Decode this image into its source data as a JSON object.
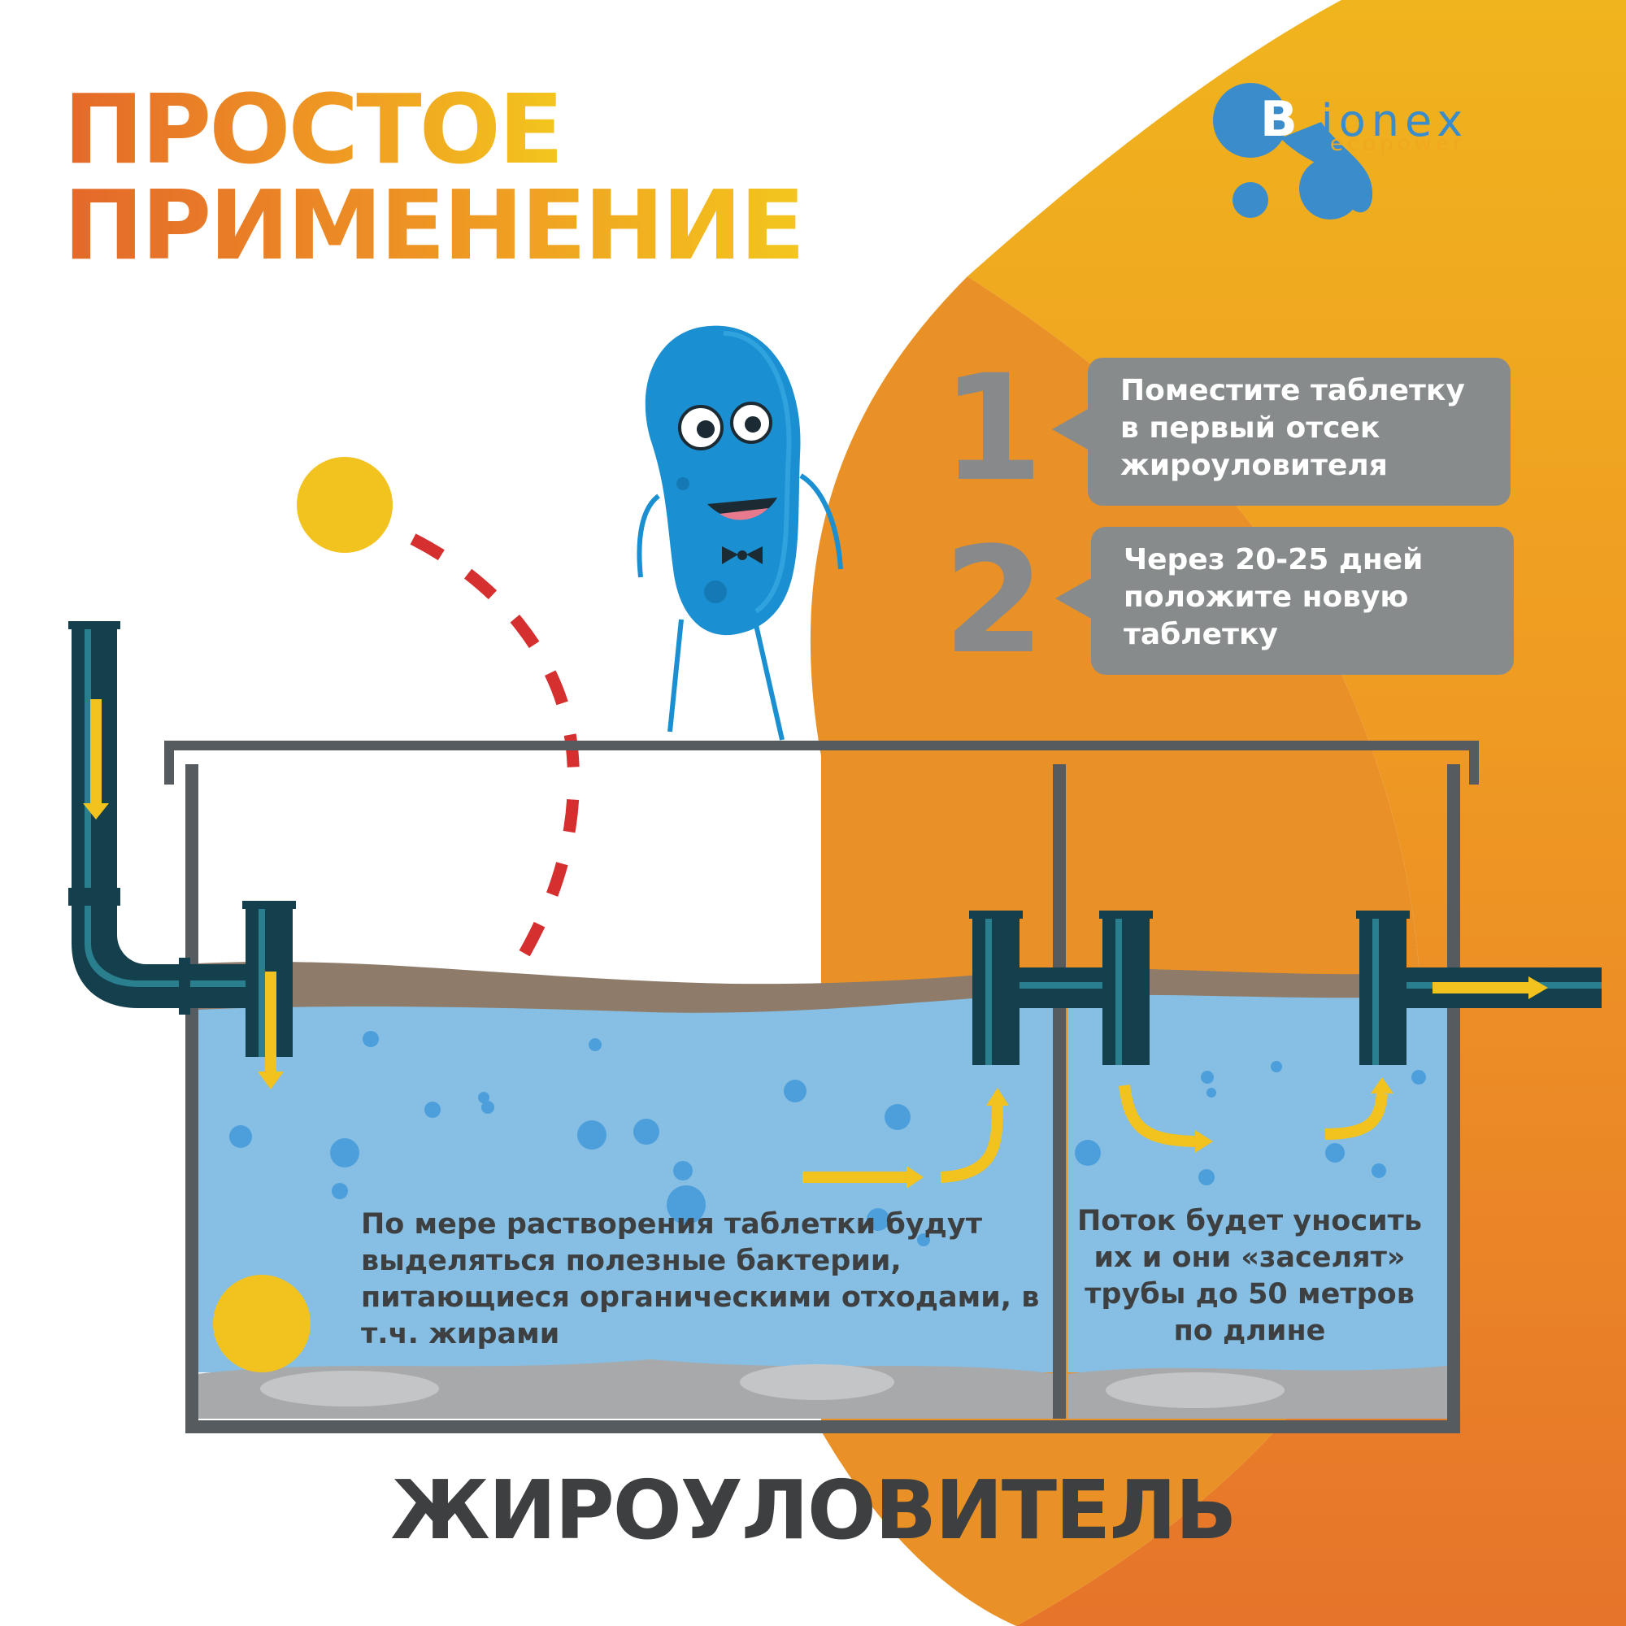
{
  "title": {
    "line1": "ПРОСТОЕ",
    "line2": "ПРИМЕНЕНИЕ"
  },
  "logo": {
    "brand_letter": "B",
    "brand_rest": "ionex",
    "tagline": "ecopower"
  },
  "steps": [
    {
      "number": "1",
      "text": "Поместите таблетку в первый отсек жироуловителя"
    },
    {
      "number": "2",
      "text": "Через 20-25 дней положите новую таблетку"
    }
  ],
  "tank": {
    "left_text": "По мере растворения таблетки будут выделяться полезные бактерии, питающиеся органическими отходами, в т.ч. жирами",
    "right_text": "Поток будет уносить их и они «заселят» трубы до 50 метров по длине"
  },
  "bottom_title": "ЖИРОУЛОВИТЕЛЬ",
  "colors": {
    "orange": "#e8892a",
    "yellow": "#f2c21e",
    "water": "#86bfe3",
    "pipe": "#143f4d",
    "tank_gray": "#555b5e",
    "bubble_gray": "#878b8c",
    "red_dash": "#d62f2f",
    "mascot_blue": "#1a8fd1"
  },
  "icons": [
    "tablet-icon",
    "bacteria-mascot-icon",
    "bow-tie-icon",
    "flow-arrow-icon"
  ]
}
